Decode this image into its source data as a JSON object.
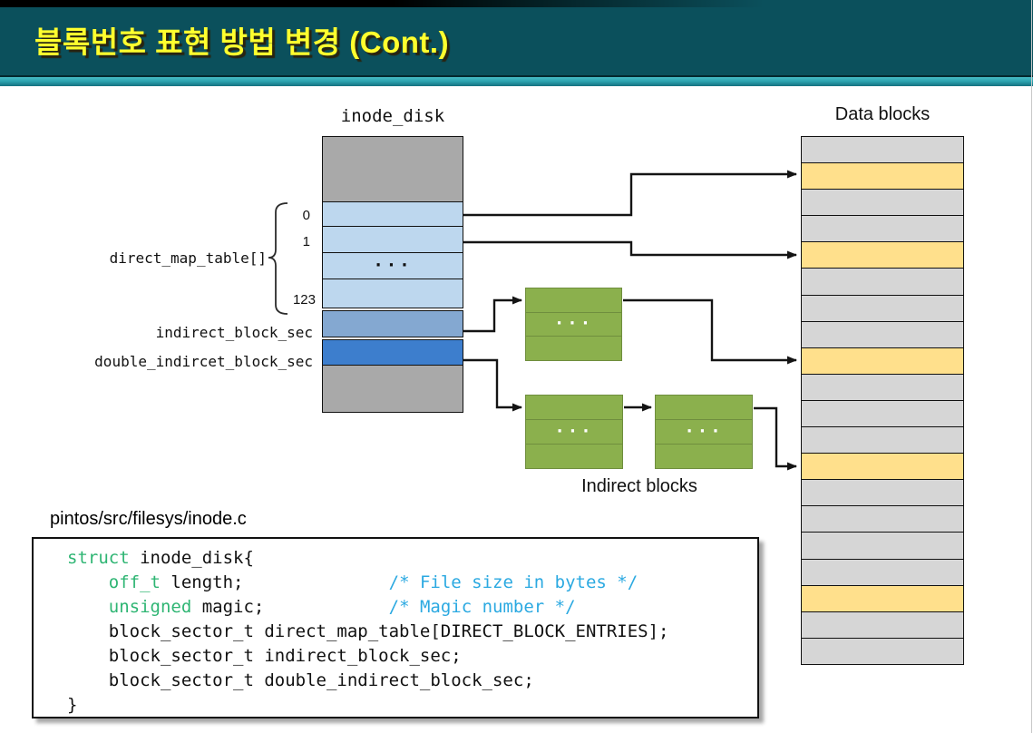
{
  "header": {
    "title": "블록번호 표현 방법 변경 (Cont.)"
  },
  "diagram": {
    "inode": {
      "title": "inode_disk",
      "index_labels": [
        "0",
        "1",
        "123"
      ],
      "dots": "...",
      "brace_label": "direct_map_table[]",
      "indirect_label": "indirect_block_sec",
      "double_indirect_label": "double_indircet_block_sec"
    },
    "data_blocks": {
      "title": "Data blocks",
      "row_count": 20,
      "highlighted_rows": [
        2,
        5,
        9,
        13,
        18
      ]
    },
    "indirect": {
      "caption": "Indirect blocks",
      "dots": "..."
    },
    "colors": {
      "inode_gray": "#a9a9a9",
      "direct_row_blue": "#bdd7ee",
      "indirect_row_blue": "#84a8d1",
      "double_row_blue": "#3d7ecd",
      "data_gray": "#d6d6d6",
      "data_highlight": "#ffe08c",
      "indirect_green": "#8bb04d",
      "keyword_green": "#2eb573",
      "comment_cyan": "#2ba9e1",
      "title_yellow": "#ffff2e"
    }
  },
  "code": {
    "file_label": "pintos/src/filesys/inode.c",
    "lines": [
      [
        {
          "t": "struct",
          "c": "kw"
        },
        {
          "t": " inode_disk{",
          "c": "pl"
        }
      ],
      [
        {
          "t": "    ",
          "c": "pl"
        },
        {
          "t": "off_t",
          "c": "kw"
        },
        {
          "t": " length;",
          "c": "pl"
        },
        {
          "t": "              ",
          "c": "pl"
        },
        {
          "t": "/* File size in bytes */",
          "c": "cm"
        }
      ],
      [
        {
          "t": "    ",
          "c": "pl"
        },
        {
          "t": "unsigned",
          "c": "kw"
        },
        {
          "t": " magic;",
          "c": "pl"
        },
        {
          "t": "            ",
          "c": "pl"
        },
        {
          "t": "/* Magic number */",
          "c": "cm"
        }
      ],
      [
        {
          "t": "    block_sector_t direct_map_table[DIRECT_BLOCK_ENTRIES];",
          "c": "pl"
        }
      ],
      [
        {
          "t": "    block_sector_t indirect_block_sec;",
          "c": "pl"
        }
      ],
      [
        {
          "t": "    block_sector_t double_indirect_block_sec;",
          "c": "pl"
        }
      ],
      [
        {
          "t": "}",
          "c": "pl"
        }
      ]
    ]
  }
}
